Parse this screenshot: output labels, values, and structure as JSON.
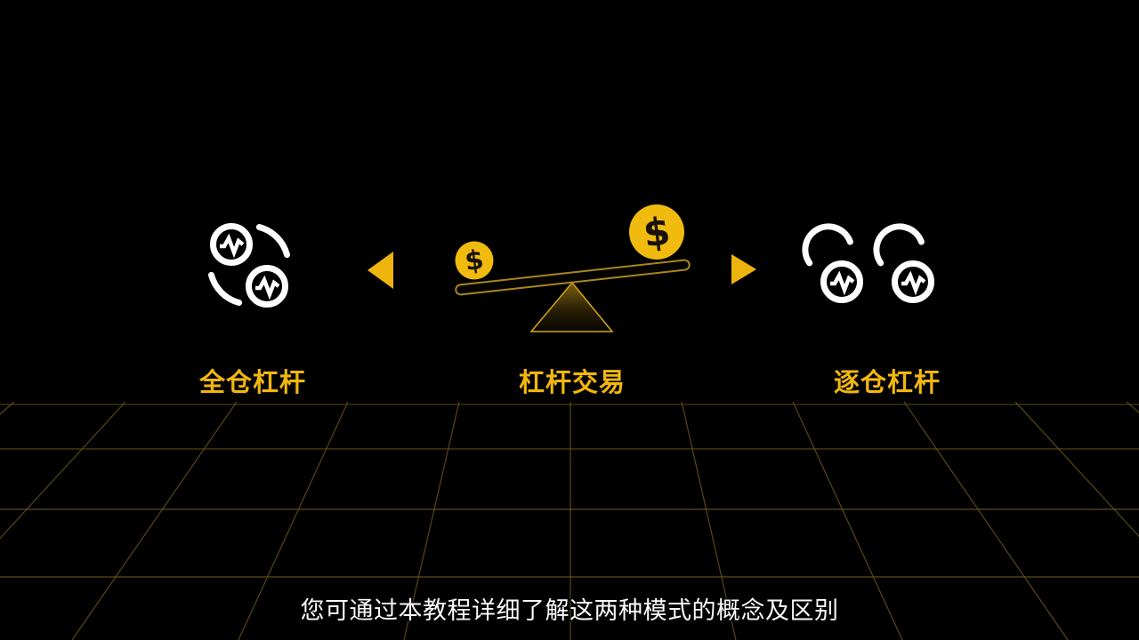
{
  "scene": {
    "background_color": "#000000",
    "left_item": {
      "label": "全仓杠杆",
      "icon": "exchange-coins-icon"
    },
    "center_item": {
      "label": "杠杆交易",
      "icon": "seesaw-balance-icon",
      "coin_symbol": "$"
    },
    "right_item": {
      "label": "逐仓杠杆",
      "icon": "paired-coins-icon"
    },
    "subtitle": "您可通过本教程详细了解这两种模式的概念及区别",
    "colors": {
      "gold_accent": "#F0B90B",
      "coin_fill": "#F1BA0E",
      "icon_white": "#FFFFFF",
      "grid_line": "#6E591B",
      "subtitle_text": "#FAFAFA"
    }
  }
}
